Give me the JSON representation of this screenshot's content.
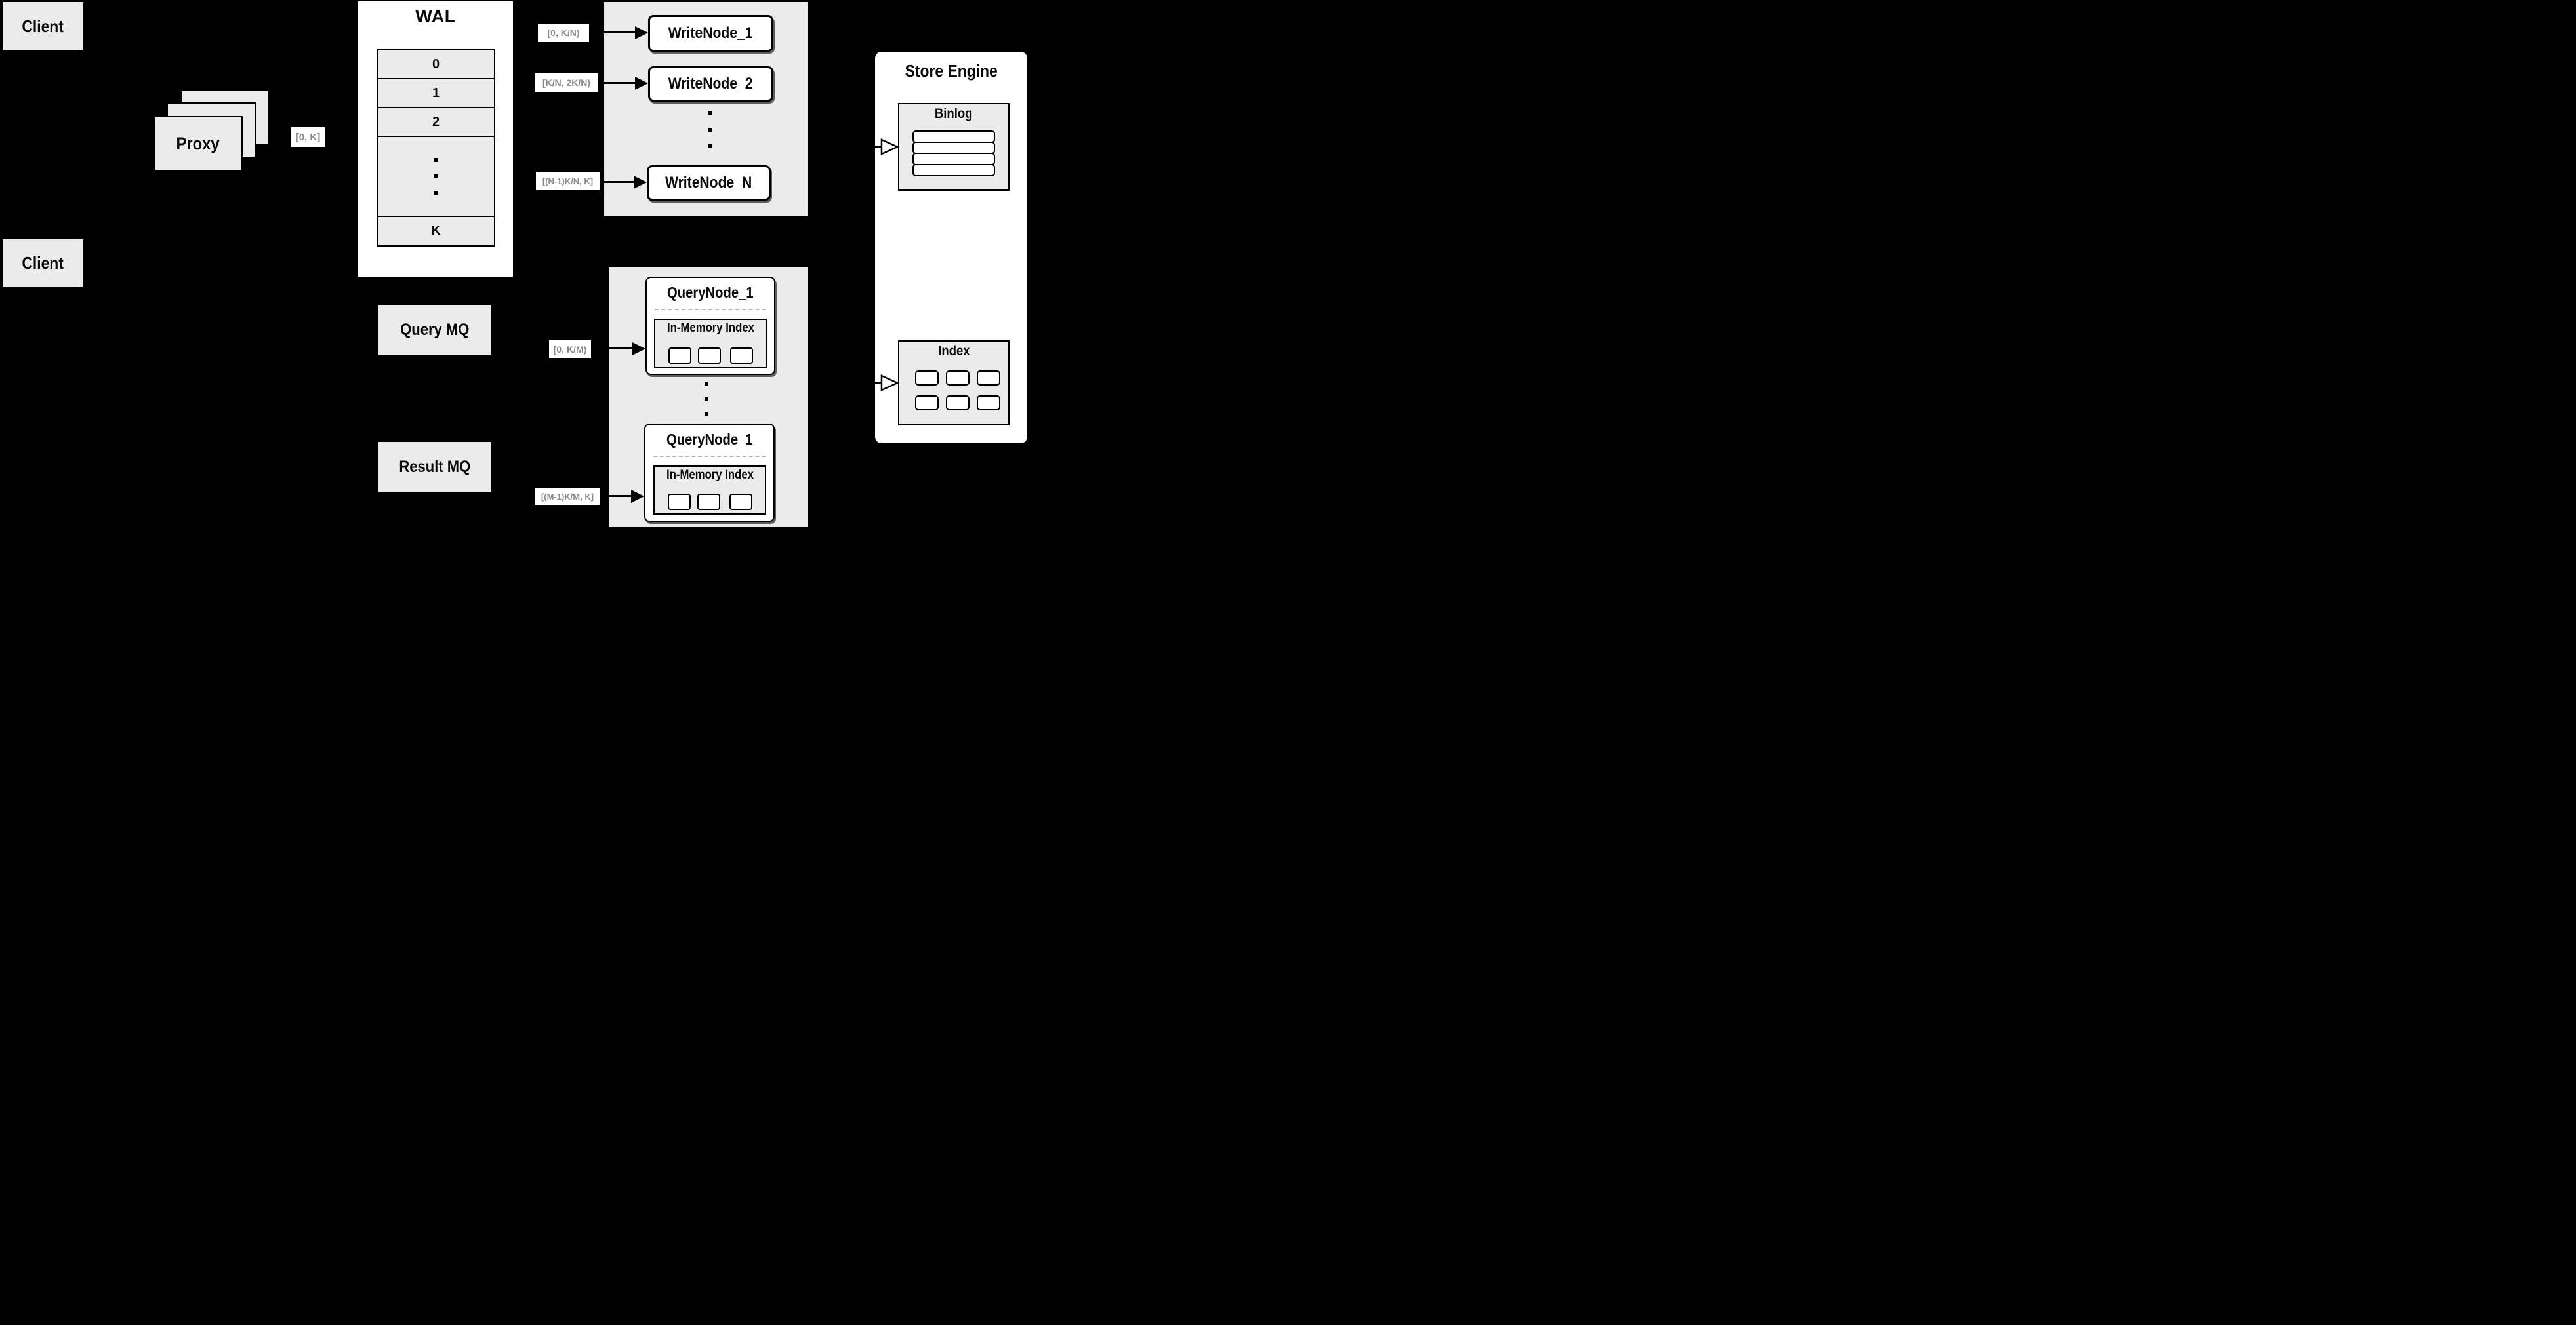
{
  "clients": {
    "top": "Client",
    "bottom": "Client"
  },
  "proxy": {
    "label": "Proxy"
  },
  "labels": {
    "proxy_to_wal": "[0, K]",
    "write_1": "[0, K/N)",
    "write_2": "[K/N, 2K/N)",
    "write_n": "[(N-1)K/N, K]",
    "query_1": "[0, K/M)",
    "query_m": "[(M-1)K/M, K]"
  },
  "wal": {
    "title": "WAL",
    "rows": [
      "0",
      "1",
      "2",
      "K"
    ]
  },
  "write_panel": {
    "nodes": [
      "WriteNode_1",
      "WriteNode_2",
      "WriteNode_N"
    ]
  },
  "mq": {
    "query": "Query MQ",
    "result": "Result MQ"
  },
  "query_panel": {
    "nodes": [
      {
        "title": "QueryNode_1",
        "inner": "In-Memory Index"
      },
      {
        "title": "QueryNode_1",
        "inner": "In-Memory Index"
      }
    ]
  },
  "store_engine": {
    "title": "Store Engine",
    "binlog": "Binlog",
    "index": "Index"
  },
  "colors": {
    "background": "#000000",
    "panel_gray": "#ebebeb",
    "box_white": "#ffffff",
    "text_black": "#0a0a0a",
    "label_gray": "#8a8a8a"
  }
}
